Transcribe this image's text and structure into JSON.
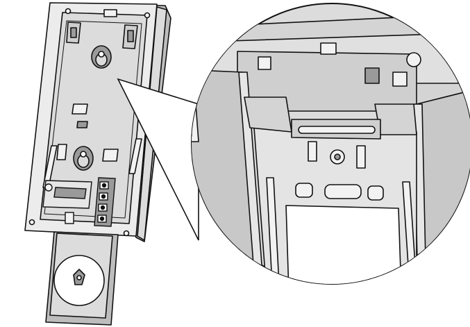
{
  "illustration": {
    "subject": "device-base-with-magnified-detail",
    "colors": {
      "line": "#111111",
      "body_fill": "#dcdcdc",
      "shadow_fill": "#bdbdbd",
      "dark_fill": "#9a9a9a",
      "highlight_fill": "#f2f2f2",
      "paper": "#ffffff"
    },
    "parts": [
      {
        "name": "back-plate",
        "label": ""
      },
      {
        "name": "keyhole-slot-top",
        "label": ""
      },
      {
        "name": "keyhole-slot-bottom",
        "label": ""
      },
      {
        "name": "terminal-block",
        "label": ""
      },
      {
        "name": "cover-panel",
        "label": ""
      },
      {
        "name": "magnifier-callout",
        "label": ""
      },
      {
        "name": "tamper-switch-detail",
        "label": ""
      }
    ]
  }
}
